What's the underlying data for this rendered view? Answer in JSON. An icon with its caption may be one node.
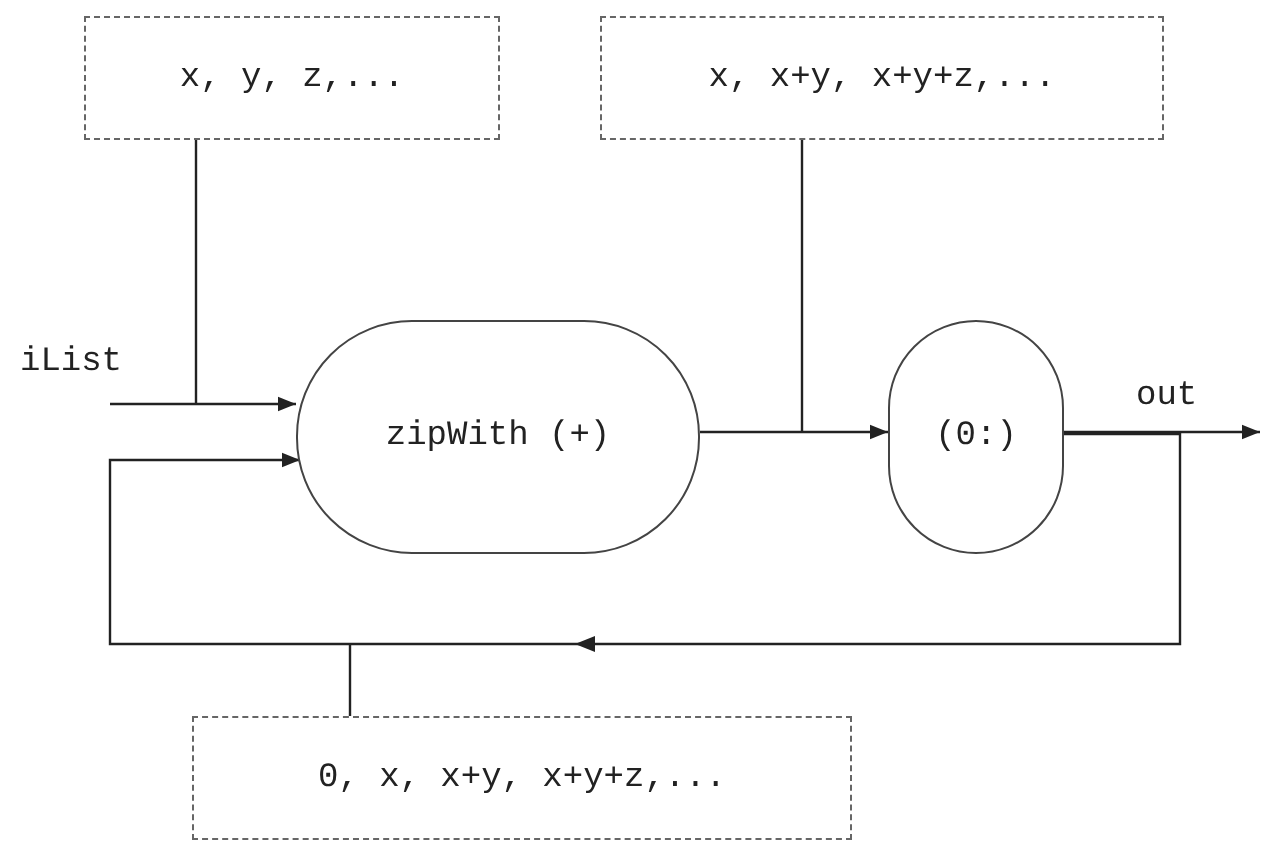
{
  "diagram": {
    "nodes": [
      {
        "text": [
          "x, y, z,..."
        ]
      },
      {
        "text": [
          "x, x+y, x+y+z,..."
        ]
      },
      {
        "text": [
          "zipWith (+)"
        ]
      },
      {
        "text": [
          "(0:)"
        ]
      },
      {
        "text": [
          "0, x, x+y, x+y+z,..."
        ]
      }
    ],
    "edges": [
      {
        "from": null,
        "to": 2,
        "arrow": "to",
        "label": "iList"
      },
      {
        "from": 2,
        "to": 3,
        "arrow": "to"
      },
      {
        "from": 3,
        "to": null,
        "arrow": "to",
        "label": "out"
      },
      {
        "from": 3,
        "to": 2,
        "arrow": "to"
      },
      {
        "from": 0,
        "to": null,
        "arrow": "none"
      },
      {
        "from": 1,
        "to": null,
        "arrow": "none"
      },
      {
        "from": 4,
        "to": null,
        "arrow": "none"
      }
    ]
  }
}
